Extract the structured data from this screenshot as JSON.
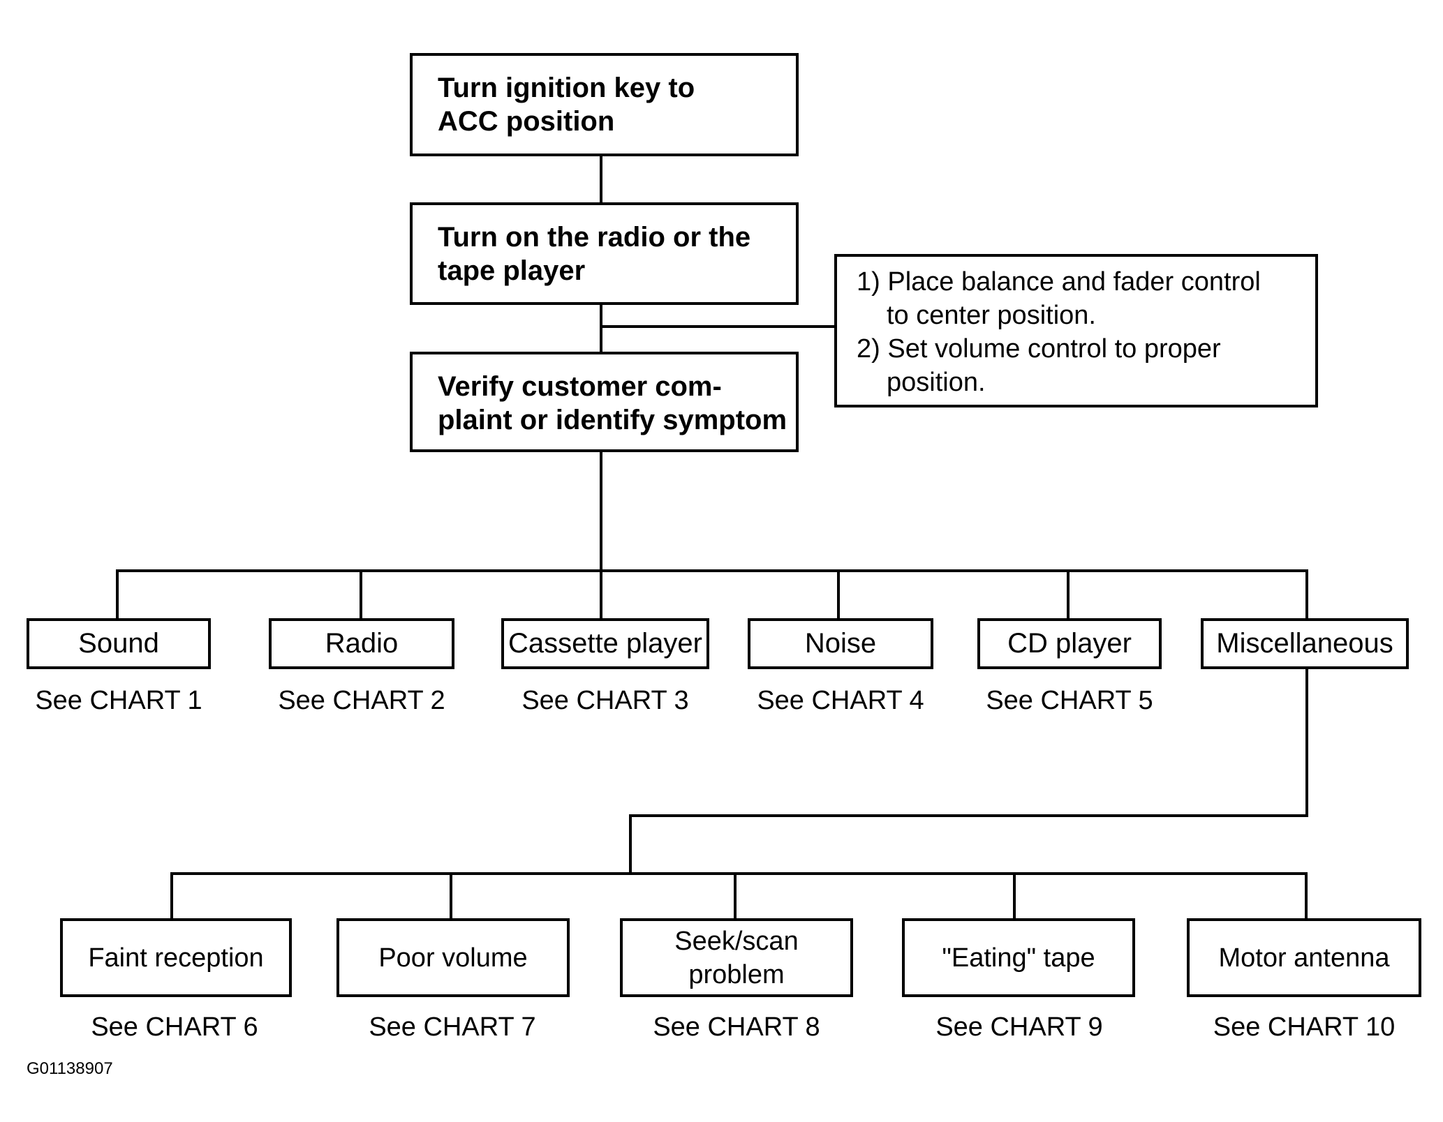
{
  "steps": [
    {
      "line1": "Turn ignition key to",
      "line2": "ACC position"
    },
    {
      "line1": "Turn on the radio or the",
      "line2": "tape player"
    },
    {
      "line1": "Verify customer com-",
      "line2": "plaint  or identify symptom"
    }
  ],
  "note": {
    "line1": "1) Place balance and fader control",
    "line2": "to center position.",
    "line3": "2) Set volume control to proper",
    "line4": "position."
  },
  "categories": [
    {
      "label": "Sound",
      "ref": "See CHART 1"
    },
    {
      "label": "Radio",
      "ref": "See CHART 2"
    },
    {
      "label": "Cassette player",
      "ref": "See CHART 3"
    },
    {
      "label": "Noise",
      "ref": "See CHART 4"
    },
    {
      "label": "CD player",
      "ref": "See CHART 5"
    },
    {
      "label": "Miscellaneous",
      "ref": ""
    }
  ],
  "misc_items": [
    {
      "line1": "Faint reception",
      "line2": "",
      "ref": "See CHART 6"
    },
    {
      "line1": "Poor volume",
      "line2": "",
      "ref": "See CHART 7"
    },
    {
      "line1": "Seek/scan",
      "line2": "problem",
      "ref": "See CHART 8"
    },
    {
      "line1": "\"Eating\" tape",
      "line2": "",
      "ref": "See CHART 9"
    },
    {
      "line1": "Motor antenna",
      "line2": "",
      "ref": "See CHART 10"
    }
  ],
  "figure_code": "G01138907"
}
